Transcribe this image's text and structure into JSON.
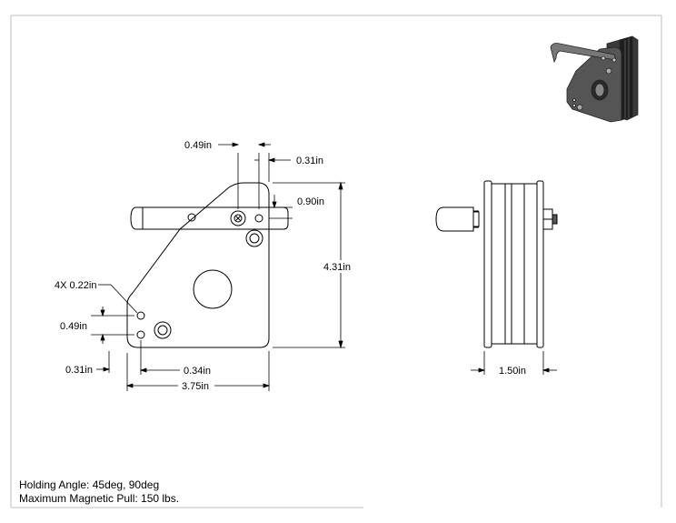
{
  "dimensions": {
    "top_hole_spacing": "0.49in",
    "top_right_offset": "0.31in",
    "arm_height": "0.90in",
    "overall_height": "4.31in",
    "hole_callout": "4X 0.22in",
    "bottom_hole_spacing": "0.49in",
    "bottom_offset": "0.31in",
    "bottom_hole_x": "0.34in",
    "overall_width": "3.75in",
    "side_thickness": "1.50in"
  },
  "notes": {
    "holding_angle": "Holding Angle: 45deg, 90deg",
    "magnetic_pull": "Maximum Magnetic Pull: 150 lbs."
  }
}
